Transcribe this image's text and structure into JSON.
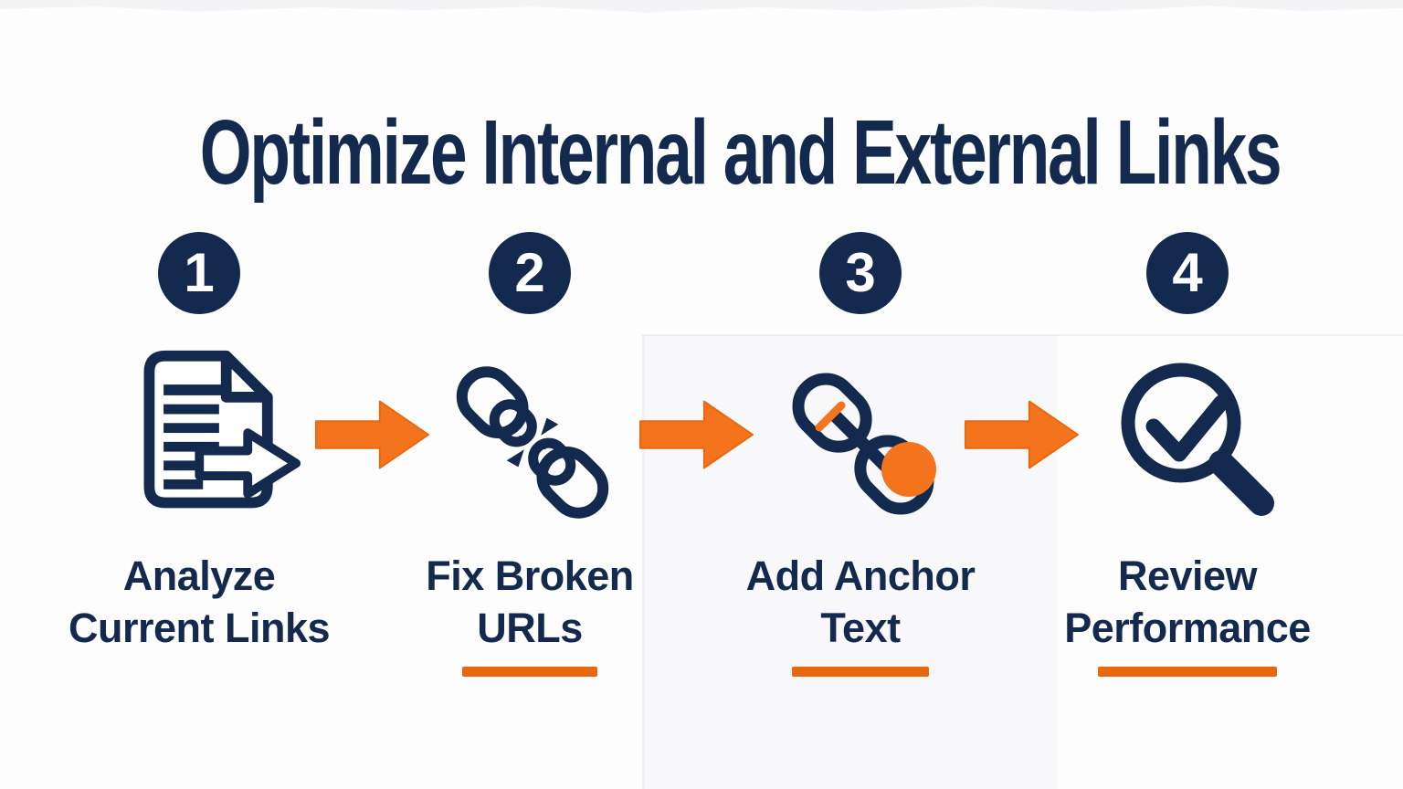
{
  "title": "Optimize Internal and External Links",
  "colors": {
    "navy": "#14294E",
    "orange": "#F4741E",
    "orange_dark": "#E8680F",
    "background": "#FDFDFE"
  },
  "steps": [
    {
      "number": "1",
      "label": [
        "Analyze",
        "Current Links"
      ],
      "icon": "document-links-icon",
      "underline": false
    },
    {
      "number": "2",
      "label": [
        "Fix Broken",
        "URLs"
      ],
      "icon": "broken-chain-icon",
      "underline": true
    },
    {
      "number": "3",
      "label": [
        "Add Anchor",
        "Text"
      ],
      "icon": "anchor-link-icon",
      "underline": true
    },
    {
      "number": "4",
      "label": [
        "Review",
        "Performance"
      ],
      "icon": "magnifier-check-icon",
      "underline": true
    }
  ],
  "flow": {
    "direction": "left-to-right",
    "arrow_count": 3
  }
}
